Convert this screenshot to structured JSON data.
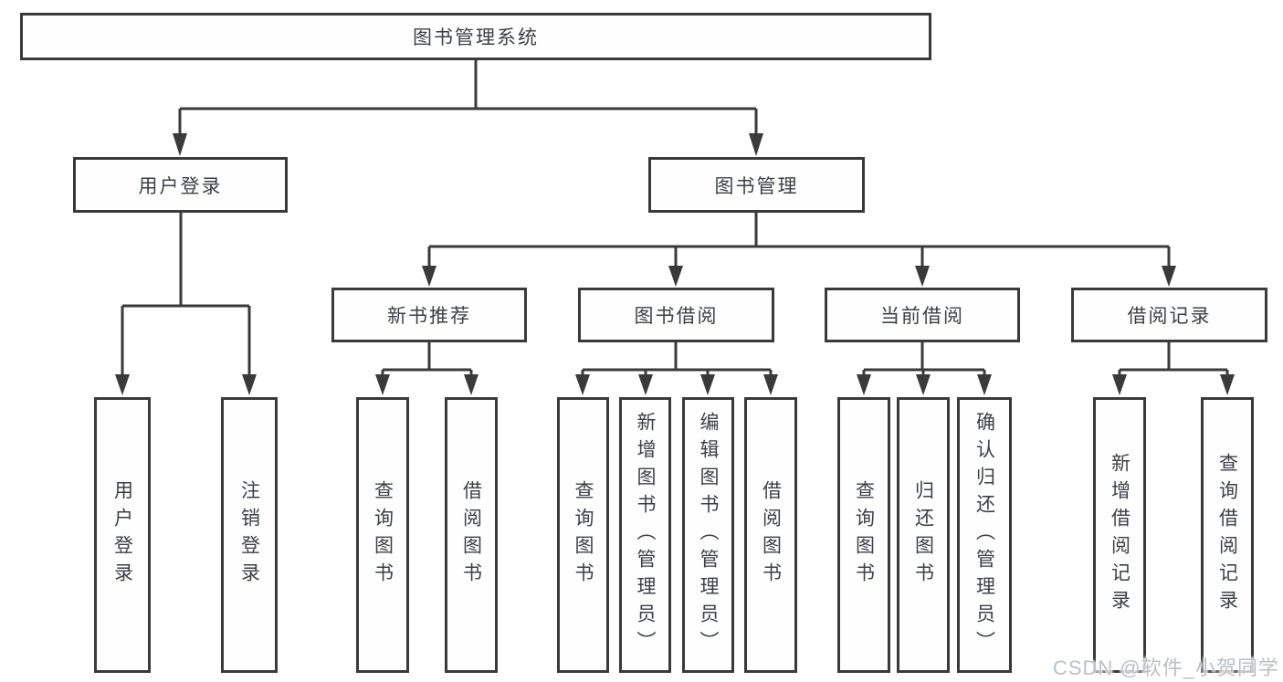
{
  "diagram": {
    "type": "hierarchy-tree",
    "root": {
      "label": "图书管理系统"
    },
    "branches": [
      {
        "label": "用户登录",
        "leaves": [
          {
            "label": "用户登录"
          },
          {
            "label": "注销登录"
          }
        ]
      },
      {
        "label": "图书管理",
        "sections": [
          {
            "label": "新书推荐",
            "leaves": [
              {
                "label": "查询图书"
              },
              {
                "label": "借阅图书"
              }
            ]
          },
          {
            "label": "图书借阅",
            "leaves": [
              {
                "label": "查询图书"
              },
              {
                "label": "新增图书（管理员）"
              },
              {
                "label": "编辑图书（管理员）"
              },
              {
                "label": "借阅图书"
              }
            ]
          },
          {
            "label": "当前借阅",
            "leaves": [
              {
                "label": "查询图书"
              },
              {
                "label": "归还图书"
              },
              {
                "label": "确认归还（管理员）"
              }
            ]
          },
          {
            "label": "借阅记录",
            "leaves": [
              {
                "label": "新增借阅记录"
              },
              {
                "label": "查询借阅记录"
              }
            ]
          }
        ]
      }
    ],
    "watermark": "CSDN @软件_小贺同学",
    "colors": {
      "line": "#3a3a3a",
      "text": "#3c4046",
      "box_background": "#fefefe",
      "page_background": "#ffffff",
      "watermark": "#b9c0c6"
    }
  }
}
